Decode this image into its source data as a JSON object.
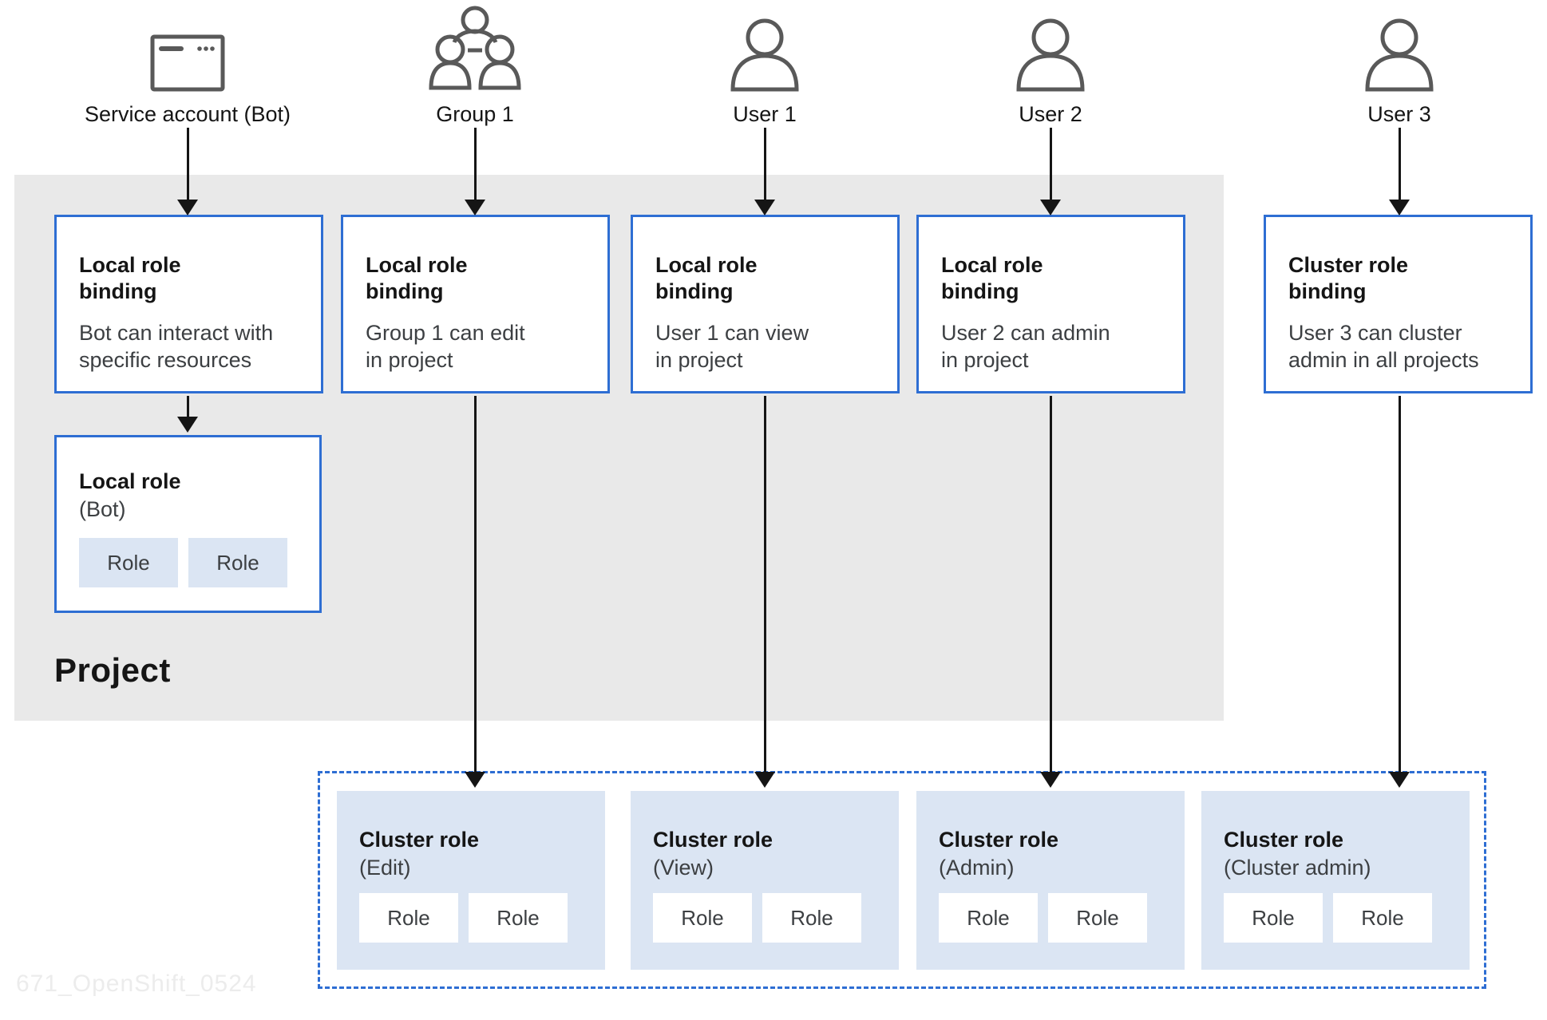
{
  "colors": {
    "border_blue": "#2E6ED3",
    "dash_blue": "#2E6ED3",
    "light_blue": "#DBE5F3",
    "project_gray": "#E9E9E9",
    "icon_gray": "#595959",
    "ink": "#151515",
    "body_text": "#3C3F42",
    "watermark": "#ECECEC"
  },
  "actors": [
    {
      "label": "Service account (Bot)",
      "icon": "browser-window-icon"
    },
    {
      "label": "Group 1",
      "icon": "group-icon"
    },
    {
      "label": "User 1",
      "icon": "user-icon"
    },
    {
      "label": "User 2",
      "icon": "user-icon"
    },
    {
      "label": "User 3",
      "icon": "user-icon"
    }
  ],
  "bindings": [
    {
      "title": "Local role\nbinding",
      "description": "Bot can interact with\nspecific resources"
    },
    {
      "title": "Local role\nbinding",
      "description": "Group 1 can edit\nin project"
    },
    {
      "title": "Local role\nbinding",
      "description": "User 1 can view\nin project"
    },
    {
      "title": "Local role\nbinding",
      "description": "User 2 can admin\nin project"
    },
    {
      "title": "Cluster role\nbinding",
      "description": "User 3 can cluster\nadmin in all projects"
    }
  ],
  "local_role": {
    "title": "Local role",
    "subtitle": "(Bot)",
    "chips": [
      "Role",
      "Role"
    ]
  },
  "project": {
    "label": "Project"
  },
  "cluster_roles": [
    {
      "title": "Cluster role",
      "subtitle": "(Edit)",
      "chips": [
        "Role",
        "Role"
      ]
    },
    {
      "title": "Cluster role",
      "subtitle": "(View)",
      "chips": [
        "Role",
        "Role"
      ]
    },
    {
      "title": "Cluster role",
      "subtitle": "(Admin)",
      "chips": [
        "Role",
        "Role"
      ]
    },
    {
      "title": "Cluster role",
      "subtitle": "(Cluster admin)",
      "chips": [
        "Role",
        "Role"
      ]
    }
  ],
  "watermark": "671_OpenShift_0524"
}
